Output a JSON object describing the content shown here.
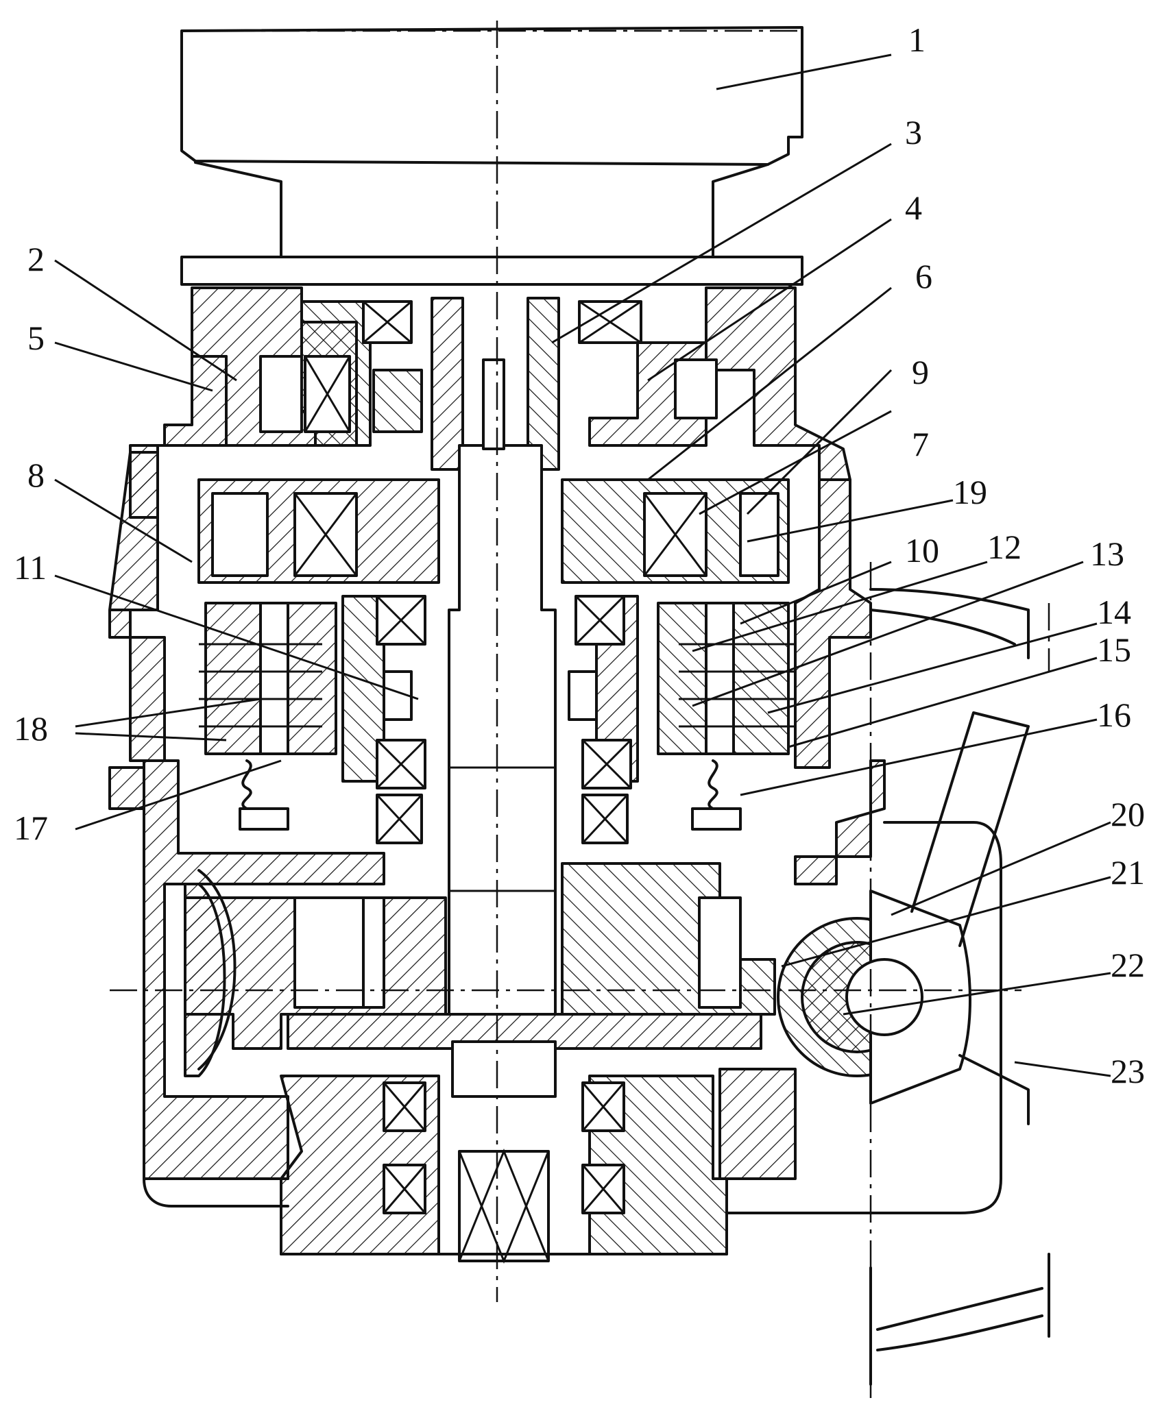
{
  "diagram": {
    "part_labels": [
      "1",
      "2",
      "3",
      "4",
      "5",
      "6",
      "7",
      "8",
      "9",
      "10",
      "11",
      "12",
      "13",
      "14",
      "15",
      "16",
      "17",
      "18",
      "19",
      "20",
      "21",
      "22",
      "23"
    ]
  }
}
